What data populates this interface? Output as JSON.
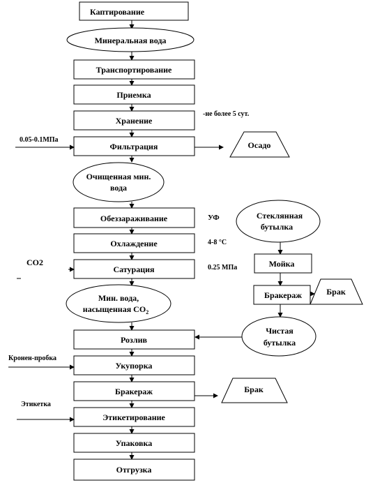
{
  "steps": {
    "kaptirovanie": "Каптирование",
    "mineral_water": "Минеральная вода",
    "transport": "Транспортирование",
    "priemka": "Приемка",
    "storage": "Хранение",
    "filtration": "Фильтрация",
    "purified_water_line1": "Очищенная мин.",
    "purified_water_line2": "вода",
    "disinfection": "Обеззараживание",
    "cooling": "Охлаждение",
    "saturation": "Сатурация",
    "saturated_line1": "Мин. вода,",
    "saturated_line2": "насыщенная CO",
    "saturated_sub": "2",
    "rozliv": "Розлив",
    "ukuporka": "Укупорка",
    "brakerazh": "Бракераж",
    "etiketirovanie": "Этикетирование",
    "upakovka": "Упаковка",
    "otgruzka": "Отгрузка"
  },
  "bottle_line": {
    "glass_bottle_line1": "Стеклянная",
    "glass_bottle_line2": "бутылка",
    "moyka": "Мойка",
    "brakerazh": "Бракераж",
    "clean_bottle_line1": "Чистая",
    "clean_bottle_line2": "бутылка"
  },
  "outputs": {
    "sediment": "Осадо",
    "brak_bottle": "Брак",
    "brak_product": "Брак"
  },
  "annotations": {
    "storage_note": "-не более 5 сут.",
    "filter_pressure": "0.05-0.1МПа",
    "uv": "УФ",
    "cooling_temp": "4-8 °С",
    "co2": "СО2",
    "saturation_pressure": "0.25 МПа",
    "cork": "Кронен-пробка",
    "label": "Этикетка"
  }
}
